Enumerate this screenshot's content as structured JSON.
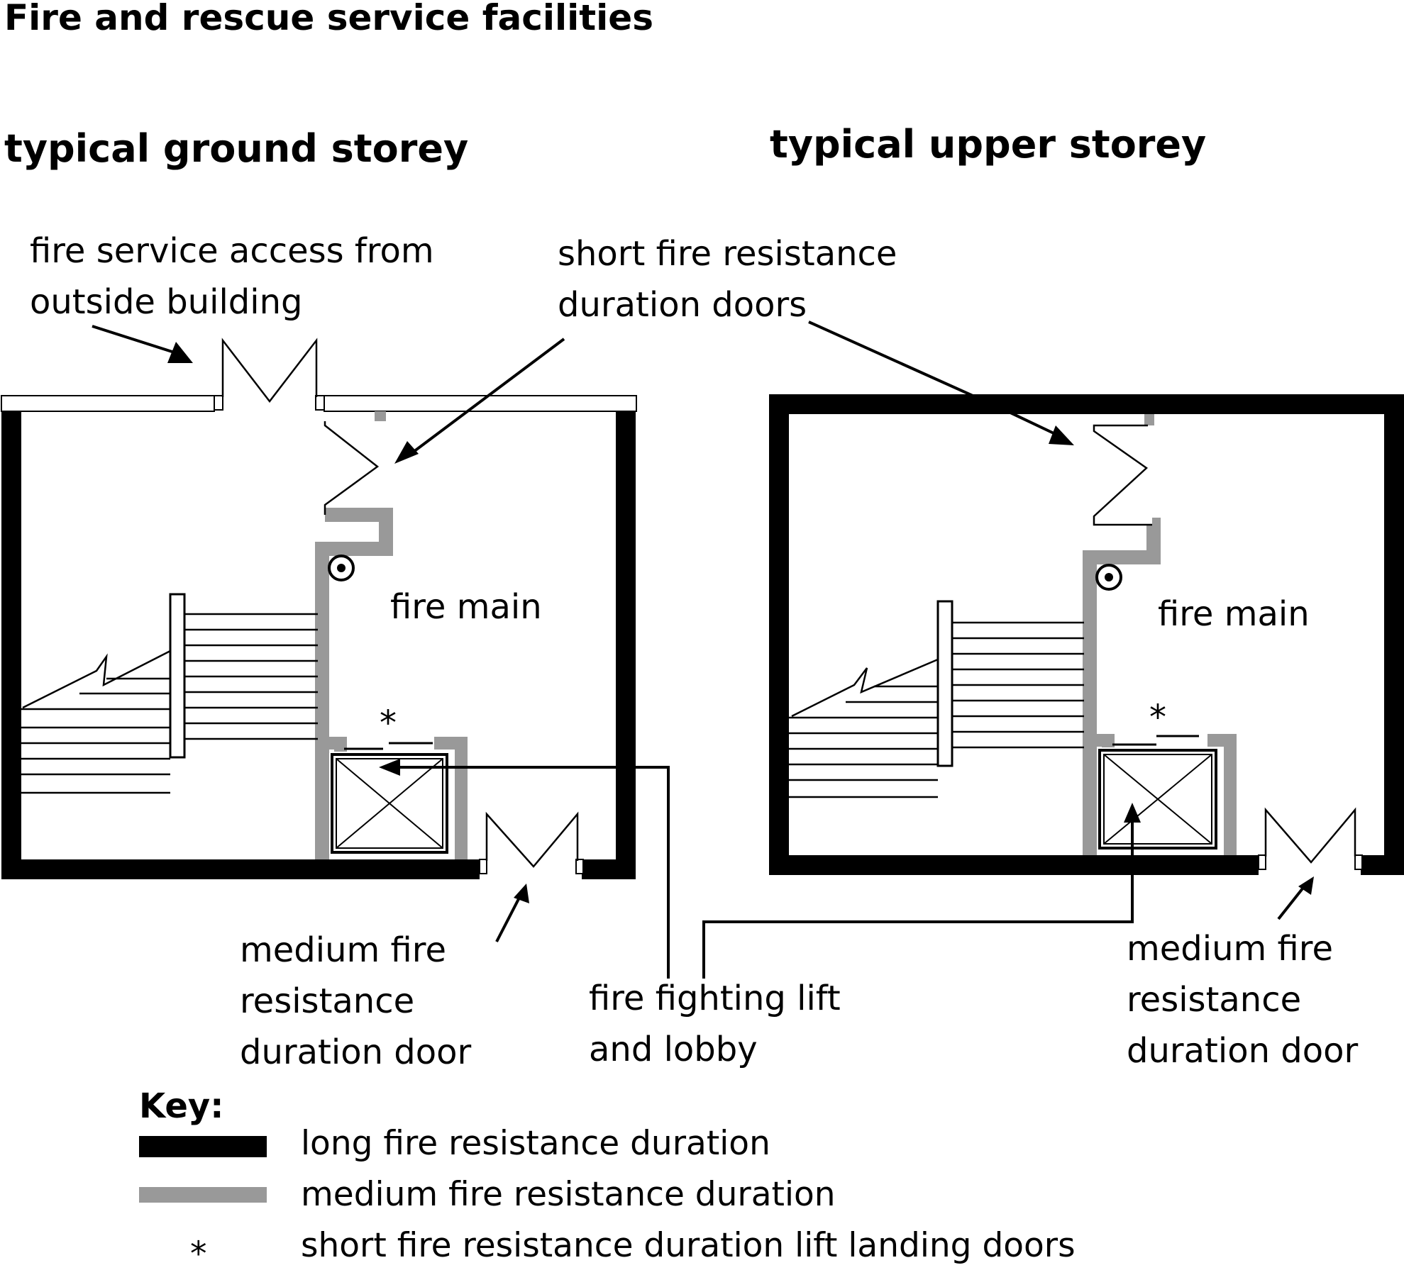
{
  "title": "Fire and rescue service facilities",
  "ground": {
    "heading": "typical ground storey",
    "access_line1": "fire service access from",
    "access_line2": "outside building",
    "fire_main": "fire main",
    "lift_door_mark": "*",
    "door_line1": "medium fire",
    "door_line2": "resistance",
    "door_line3": "duration door"
  },
  "upper": {
    "heading": "typical upper storey",
    "fire_main": "fire main",
    "lift_door_mark": "*",
    "door_line1": "medium fire",
    "door_line2": "resistance",
    "door_line3": "duration door"
  },
  "shared": {
    "short_doors_line1": "short fire resistance",
    "short_doors_line2": "duration doors",
    "lift_line1": "fire fighting lift",
    "lift_line2": "and lobby"
  },
  "key": {
    "title": "Key:",
    "long": "long fire resistance duration",
    "medium": "medium fire resistance duration",
    "star": "*",
    "short": "short fire resistance duration lift landing doors"
  },
  "colors": {
    "long_wall": "#000000",
    "medium_wall": "#999999",
    "background": "#ffffff"
  }
}
